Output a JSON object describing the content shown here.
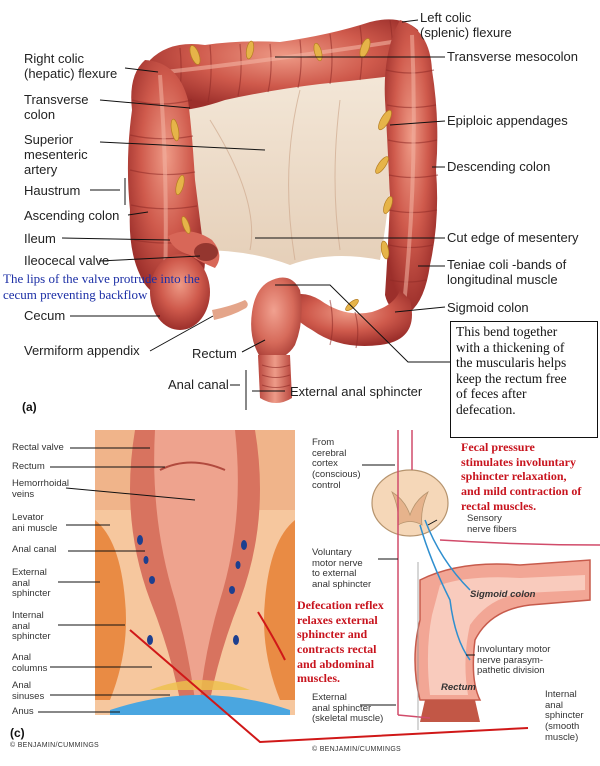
{
  "panel_a": {
    "label": "(a)",
    "labels": {
      "right_colic": "Right colic\n(hepatic) flexure",
      "transverse_colon": "Transverse\ncolon",
      "sup_mesenteric": "Superior\nmesenteric\nartery",
      "haustrum": "Haustrum",
      "ascending_colon": "Ascending colon",
      "ileum": "Ileum",
      "ileocecal_valve": "Ileocecal valve",
      "cecum": "Cecum",
      "vermiform": "Vermiform appendix",
      "rectum": "Rectum",
      "anal_canal": "Anal canal",
      "left_colic": "Left colic\n(splenic) flexure",
      "transverse_mesocolon": "Transverse mesocolon",
      "epiploic": "Epiploic appendages",
      "descending_colon": "Descending colon",
      "cut_edge": "Cut edge of mesentery",
      "teniae": "Teniae coli -bands of\n   longitudinal muscle",
      "sigmoid": "Sigmoid colon",
      "ext_sphincter": "External anal sphincter"
    }
  },
  "annotations": {
    "valve_note": "The lips of the valve protrude into the\ncecum preventing backflow",
    "bend_note": "This bend together\nwith a thickening of\nthe muscularis helps\nkeep the rectum free\nof feces after\ndefecation.",
    "fecal_note": "Fecal pressure\nstimulates involuntary\nsphincter relaxation,\nand mild contraction of\nrectal muscles.",
    "reflex_note": "Defecation reflex\nrelaxes external\nsphincter and\ncontracts rectal\nand abdominal\nmuscles."
  },
  "panel_c": {
    "label": "(c)",
    "credit": "© BENJAMIN/CUMMINGS",
    "labels": {
      "rectal_valve": "Rectal valve",
      "rectum": "Rectum",
      "hemorrhoidal": "Hemorrhoidal\nveins",
      "levator": "Levator\nani muscle",
      "anal_canal": "Anal canal",
      "external": "External\nanal\nsphincter",
      "internal": "Internal\nanal\nsphincter",
      "columns": "Anal\ncolumns",
      "sinuses": "Anal\nsinuses",
      "anus": "Anus"
    }
  },
  "panel_d": {
    "credit": "© BENJAMIN/CUMMINGS",
    "labels": {
      "cortex": "From\ncerebral\ncortex\n(conscious)\ncontrol",
      "sensory": "Sensory\nnerve fibers",
      "voluntary": "Voluntary\nmotor nerve\nto external\nanal sphincter",
      "sigmoid": "Sigmoid colon",
      "involuntary": "Involuntary motor\nnerve parasym-\npathetic division",
      "rectum": "Rectum",
      "ext_sphincter": "External\nanal sphincter\n(skeletal muscle)",
      "int_sphincter": "Internal\nanal\nsphincter\n(smooth\nmuscle)"
    }
  },
  "colors": {
    "colon": "#c6463f",
    "colon_light": "#e58a78",
    "fat": "#e8b84a",
    "mesentery": "#efe1d2",
    "blue_text": "#1c2fa6",
    "red_text": "#c8141e",
    "red_line": "#d01818"
  }
}
